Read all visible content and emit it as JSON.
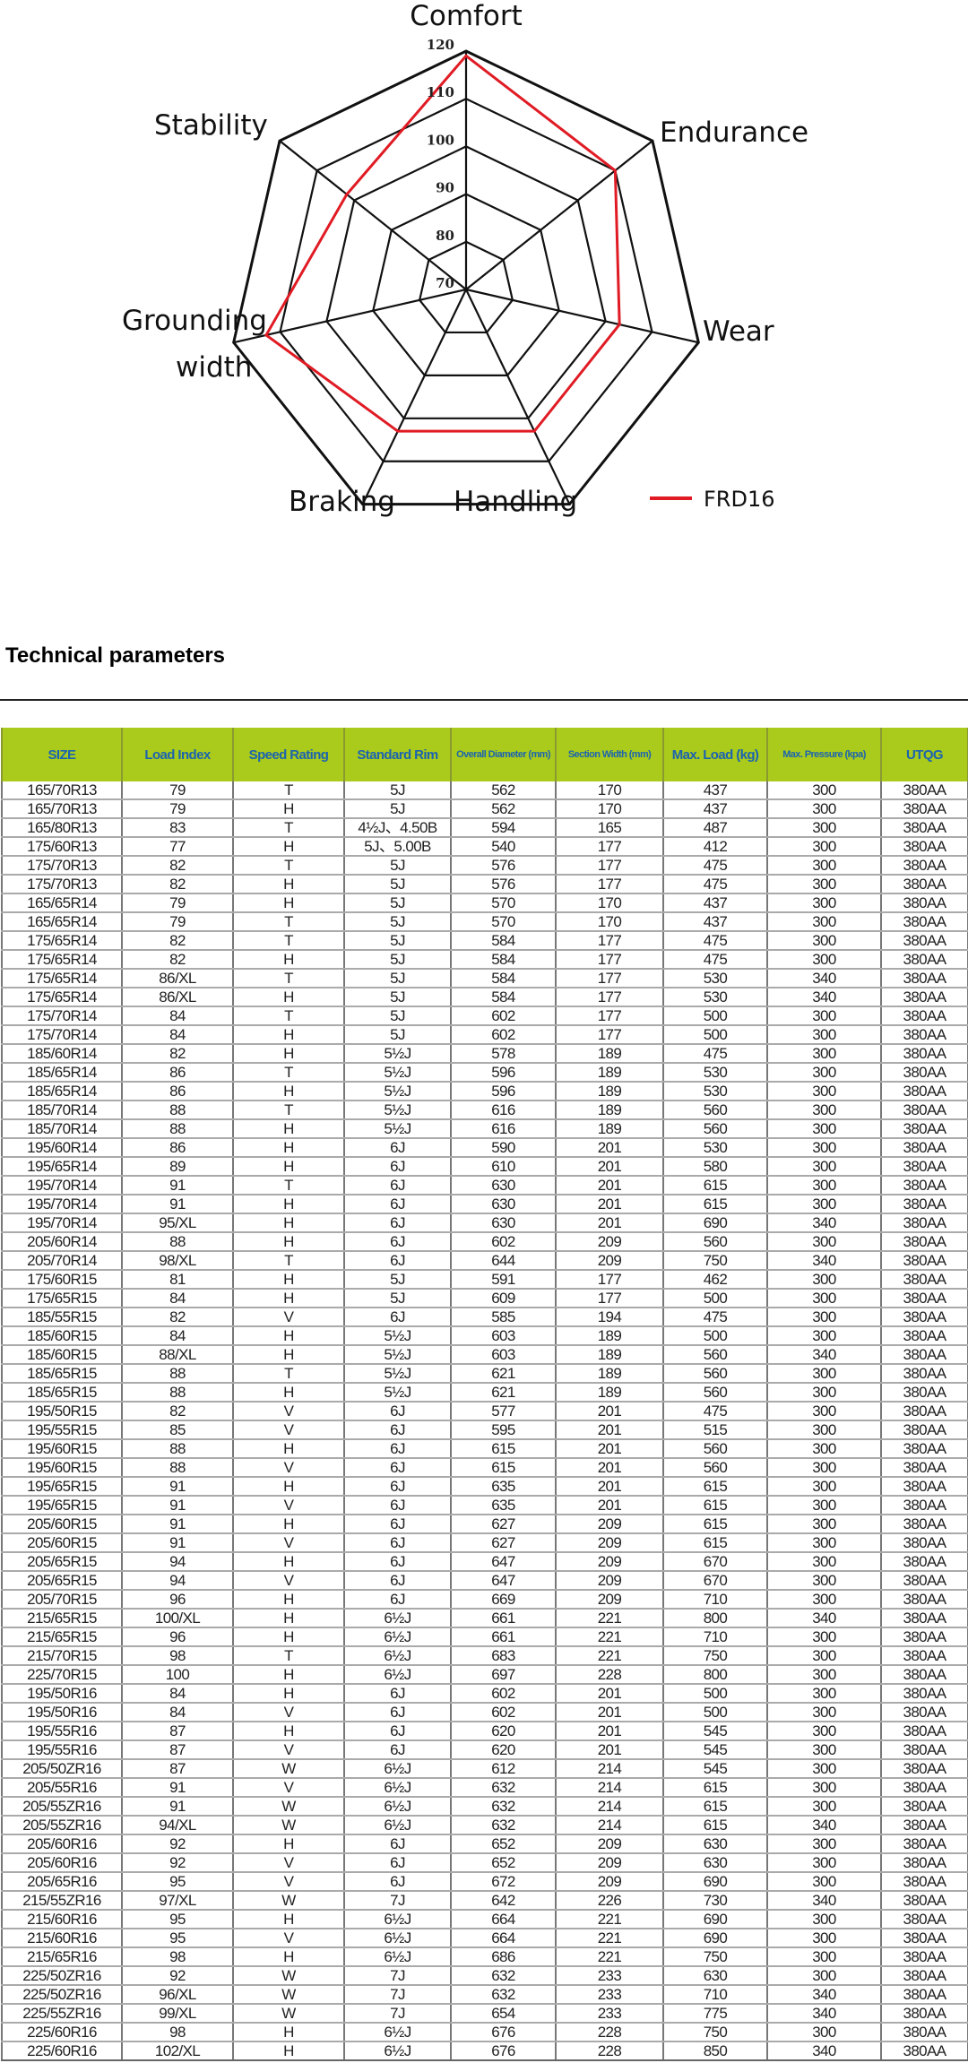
{
  "chart_data": {
    "type": "radar",
    "axes": [
      "Comfort",
      "Endurance",
      "Wear",
      "Handling",
      "Braking",
      "Grounding width",
      "Stability"
    ],
    "axis_labels": {
      "comfort": "Comfort",
      "endurance": "Endurance",
      "wear": "Wear",
      "handling": "Handling",
      "braking": "Braking",
      "grounding_line1": "Grounding",
      "grounding_line2": "width",
      "stability": "Stability"
    },
    "range": [
      70,
      120
    ],
    "ticks": [
      70,
      80,
      90,
      100,
      110,
      120
    ],
    "tick_labels": [
      "70",
      "80",
      "90",
      "100",
      "110",
      "120"
    ],
    "series": [
      {
        "name": "FRD16",
        "color": "#e01b24",
        "values": [
          119,
          110,
          103,
          103,
          103,
          113,
          102
        ]
      }
    ],
    "legend": {
      "label": "FRD16",
      "placement": "bottom-right"
    }
  },
  "section_title": "Technical parameters",
  "table": {
    "headers": [
      "SIZE",
      "Load Index",
      "Speed Rating",
      "Standard Rim",
      "Overall Diameter (mm)",
      "Section Width (mm)",
      "Max. Load (kg)",
      "Max. Pressure (kpa)",
      "UTQG"
    ],
    "rows": [
      [
        "165/70R13",
        "79",
        "T",
        "5J",
        "562",
        "170",
        "437",
        "300",
        "380AA"
      ],
      [
        "165/70R13",
        "79",
        "H",
        "5J",
        "562",
        "170",
        "437",
        "300",
        "380AA"
      ],
      [
        "165/80R13",
        "83",
        "T",
        "4½J、4.50B",
        "594",
        "165",
        "487",
        "300",
        "380AA"
      ],
      [
        "175/60R13",
        "77",
        "H",
        "5J、5.00B",
        "540",
        "177",
        "412",
        "300",
        "380AA"
      ],
      [
        "175/70R13",
        "82",
        "T",
        "5J",
        "576",
        "177",
        "475",
        "300",
        "380AA"
      ],
      [
        "175/70R13",
        "82",
        "H",
        "5J",
        "576",
        "177",
        "475",
        "300",
        "380AA"
      ],
      [
        "165/65R14",
        "79",
        "H",
        "5J",
        "570",
        "170",
        "437",
        "300",
        "380AA"
      ],
      [
        "165/65R14",
        "79",
        "T",
        "5J",
        "570",
        "170",
        "437",
        "300",
        "380AA"
      ],
      [
        "175/65R14",
        "82",
        "T",
        "5J",
        "584",
        "177",
        "475",
        "300",
        "380AA"
      ],
      [
        "175/65R14",
        "82",
        "H",
        "5J",
        "584",
        "177",
        "475",
        "300",
        "380AA"
      ],
      [
        "175/65R14",
        "86/XL",
        "T",
        "5J",
        "584",
        "177",
        "530",
        "340",
        "380AA"
      ],
      [
        "175/65R14",
        "86/XL",
        "H",
        "5J",
        "584",
        "177",
        "530",
        "340",
        "380AA"
      ],
      [
        "175/70R14",
        "84",
        "T",
        "5J",
        "602",
        "177",
        "500",
        "300",
        "380AA"
      ],
      [
        "175/70R14",
        "84",
        "H",
        "5J",
        "602",
        "177",
        "500",
        "300",
        "380AA"
      ],
      [
        "185/60R14",
        "82",
        "H",
        "5½J",
        "578",
        "189",
        "475",
        "300",
        "380AA"
      ],
      [
        "185/65R14",
        "86",
        "T",
        "5½J",
        "596",
        "189",
        "530",
        "300",
        "380AA"
      ],
      [
        "185/65R14",
        "86",
        "H",
        "5½J",
        "596",
        "189",
        "530",
        "300",
        "380AA"
      ],
      [
        "185/70R14",
        "88",
        "T",
        "5½J",
        "616",
        "189",
        "560",
        "300",
        "380AA"
      ],
      [
        "185/70R14",
        "88",
        "H",
        "5½J",
        "616",
        "189",
        "560",
        "300",
        "380AA"
      ],
      [
        "195/60R14",
        "86",
        "H",
        "6J",
        "590",
        "201",
        "530",
        "300",
        "380AA"
      ],
      [
        "195/65R14",
        "89",
        "H",
        "6J",
        "610",
        "201",
        "580",
        "300",
        "380AA"
      ],
      [
        "195/70R14",
        "91",
        "T",
        "6J",
        "630",
        "201",
        "615",
        "300",
        "380AA"
      ],
      [
        "195/70R14",
        "91",
        "H",
        "6J",
        "630",
        "201",
        "615",
        "300",
        "380AA"
      ],
      [
        "195/70R14",
        "95/XL",
        "H",
        "6J",
        "630",
        "201",
        "690",
        "340",
        "380AA"
      ],
      [
        "205/60R14",
        "88",
        "H",
        "6J",
        "602",
        "209",
        "560",
        "300",
        "380AA"
      ],
      [
        "205/70R14",
        "98/XL",
        "T",
        "6J",
        "644",
        "209",
        "750",
        "340",
        "380AA"
      ],
      [
        "175/60R15",
        "81",
        "H",
        "5J",
        "591",
        "177",
        "462",
        "300",
        "380AA"
      ],
      [
        "175/65R15",
        "84",
        "H",
        "5J",
        "609",
        "177",
        "500",
        "300",
        "380AA"
      ],
      [
        "185/55R15",
        "82",
        "V",
        "6J",
        "585",
        "194",
        "475",
        "300",
        "380AA"
      ],
      [
        "185/60R15",
        "84",
        "H",
        "5½J",
        "603",
        "189",
        "500",
        "300",
        "380AA"
      ],
      [
        "185/60R15",
        "88/XL",
        "H",
        "5½J",
        "603",
        "189",
        "560",
        "340",
        "380AA"
      ],
      [
        "185/65R15",
        "88",
        "T",
        "5½J",
        "621",
        "189",
        "560",
        "300",
        "380AA"
      ],
      [
        "185/65R15",
        "88",
        "H",
        "5½J",
        "621",
        "189",
        "560",
        "300",
        "380AA"
      ],
      [
        "195/50R15",
        "82",
        "V",
        "6J",
        "577",
        "201",
        "475",
        "300",
        "380AA"
      ],
      [
        "195/55R15",
        "85",
        "V",
        "6J",
        "595",
        "201",
        "515",
        "300",
        "380AA"
      ],
      [
        "195/60R15",
        "88",
        "H",
        "6J",
        "615",
        "201",
        "560",
        "300",
        "380AA"
      ],
      [
        "195/60R15",
        "88",
        "V",
        "6J",
        "615",
        "201",
        "560",
        "300",
        "380AA"
      ],
      [
        "195/65R15",
        "91",
        "H",
        "6J",
        "635",
        "201",
        "615",
        "300",
        "380AA"
      ],
      [
        "195/65R15",
        "91",
        "V",
        "6J",
        "635",
        "201",
        "615",
        "300",
        "380AA"
      ],
      [
        "205/60R15",
        "91",
        "H",
        "6J",
        "627",
        "209",
        "615",
        "300",
        "380AA"
      ],
      [
        "205/60R15",
        "91",
        "V",
        "6J",
        "627",
        "209",
        "615",
        "300",
        "380AA"
      ],
      [
        "205/65R15",
        "94",
        "H",
        "6J",
        "647",
        "209",
        "670",
        "300",
        "380AA"
      ],
      [
        "205/65R15",
        "94",
        "V",
        "6J",
        "647",
        "209",
        "670",
        "300",
        "380AA"
      ],
      [
        "205/70R15",
        "96",
        "H",
        "6J",
        "669",
        "209",
        "710",
        "300",
        "380AA"
      ],
      [
        "215/65R15",
        "100/XL",
        "H",
        "6½J",
        "661",
        "221",
        "800",
        "340",
        "380AA"
      ],
      [
        "215/65R15",
        "96",
        "H",
        "6½J",
        "661",
        "221",
        "710",
        "300",
        "380AA"
      ],
      [
        "215/70R15",
        "98",
        "T",
        "6½J",
        "683",
        "221",
        "750",
        "300",
        "380AA"
      ],
      [
        "225/70R15",
        "100",
        "H",
        "6½J",
        "697",
        "228",
        "800",
        "300",
        "380AA"
      ],
      [
        "195/50R16",
        "84",
        "H",
        "6J",
        "602",
        "201",
        "500",
        "300",
        "380AA"
      ],
      [
        "195/50R16",
        "84",
        "V",
        "6J",
        "602",
        "201",
        "500",
        "300",
        "380AA"
      ],
      [
        "195/55R16",
        "87",
        "H",
        "6J",
        "620",
        "201",
        "545",
        "300",
        "380AA"
      ],
      [
        "195/55R16",
        "87",
        "V",
        "6J",
        "620",
        "201",
        "545",
        "300",
        "380AA"
      ],
      [
        "205/50ZR16",
        "87",
        "W",
        "6½J",
        "612",
        "214",
        "545",
        "300",
        "380AA"
      ],
      [
        "205/55R16",
        "91",
        "V",
        "6½J",
        "632",
        "214",
        "615",
        "300",
        "380AA"
      ],
      [
        "205/55ZR16",
        "91",
        "W",
        "6½J",
        "632",
        "214",
        "615",
        "300",
        "380AA"
      ],
      [
        "205/55ZR16",
        "94/XL",
        "W",
        "6½J",
        "632",
        "214",
        "615",
        "340",
        "380AA"
      ],
      [
        "205/60R16",
        "92",
        "H",
        "6J",
        "652",
        "209",
        "630",
        "300",
        "380AA"
      ],
      [
        "205/60R16",
        "92",
        "V",
        "6J",
        "652",
        "209",
        "630",
        "300",
        "380AA"
      ],
      [
        "205/65R16",
        "95",
        "V",
        "6J",
        "672",
        "209",
        "690",
        "300",
        "380AA"
      ],
      [
        "215/55ZR16",
        "97/XL",
        "W",
        "7J",
        "642",
        "226",
        "730",
        "340",
        "380AA"
      ],
      [
        "215/60R16",
        "95",
        "H",
        "6½J",
        "664",
        "221",
        "690",
        "300",
        "380AA"
      ],
      [
        "215/60R16",
        "95",
        "V",
        "6½J",
        "664",
        "221",
        "690",
        "300",
        "380AA"
      ],
      [
        "215/65R16",
        "98",
        "H",
        "6½J",
        "686",
        "221",
        "750",
        "300",
        "380AA"
      ],
      [
        "225/50ZR16",
        "92",
        "W",
        "7J",
        "632",
        "233",
        "630",
        "300",
        "380AA"
      ],
      [
        "225/50ZR16",
        "96/XL",
        "W",
        "7J",
        "632",
        "233",
        "710",
        "340",
        "380AA"
      ],
      [
        "225/55ZR16",
        "99/XL",
        "W",
        "7J",
        "654",
        "233",
        "775",
        "340",
        "380AA"
      ],
      [
        "225/60R16",
        "98",
        "H",
        "6½J",
        "676",
        "228",
        "750",
        "300",
        "380AA"
      ],
      [
        "225/60R16",
        "102/XL",
        "H",
        "6½J",
        "676",
        "228",
        "850",
        "340",
        "380AA"
      ]
    ]
  }
}
